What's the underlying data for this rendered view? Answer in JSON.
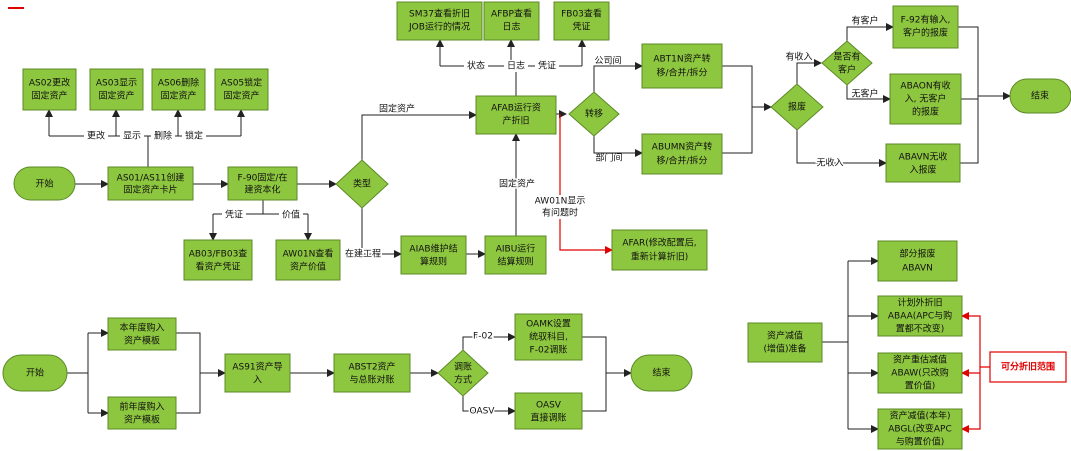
{
  "flow1": {
    "start": "开始",
    "end": "结束",
    "as01": [
      "AS01/AS11创建",
      "固定资产卡片"
    ],
    "as02": [
      "AS02更改",
      "固定资产"
    ],
    "as03": [
      "AS03显示",
      "固定资产"
    ],
    "as06": [
      "AS06删除",
      "固定资产"
    ],
    "as05": [
      "AS05锁定",
      "固定资产"
    ],
    "lbl_change": "更改",
    "lbl_show": "显示",
    "lbl_delete": "删除",
    "lbl_lock": "锁定",
    "f90": [
      "F-90固定/在",
      "建资本化"
    ],
    "lbl_voucher": "凭证",
    "lbl_value": "价值",
    "ab03": [
      "AB03/FB03查",
      "看资产凭证"
    ],
    "aw01n_value": [
      "AW01N查看",
      "资产价值"
    ],
    "type_dia": "类型",
    "lbl_fixed": "固定资产",
    "lbl_construction": "在建工程",
    "aiab": [
      "AIAB维护结",
      "算规则"
    ],
    "aibu": [
      "AIBU运行",
      "结算规则"
    ],
    "lbl_fixed2": "固定资产",
    "afab": [
      "AFAB运行资",
      "产折旧"
    ],
    "sm37": [
      "SM37查看折旧",
      "JOB运行的情况"
    ],
    "afbp": [
      "AFBP查看",
      "日志"
    ],
    "fb03": [
      "FB03查看",
      "凭证"
    ],
    "lbl_status": "状态",
    "lbl_log": "日志",
    "lbl_voucher2": "凭证",
    "aw01n_issue": [
      "AW01N显示",
      "有问题时"
    ],
    "afar": [
      "AFAR(修改配置后,",
      "重新计算折旧)"
    ],
    "transfer_dia": "转移",
    "lbl_company": "公司间",
    "lbl_dept": "部门间",
    "abt1n": [
      "ABT1N资产转",
      "移/合并/拆分"
    ],
    "abumn": [
      "ABUMN资产转",
      "移/合并/拆分"
    ],
    "scrap_dia": "报废",
    "lbl_income": "有收入",
    "lbl_noincome": "无收入",
    "customer_dia": [
      "是否有",
      "客户"
    ],
    "lbl_hascust": "有客户",
    "lbl_nocust": "无客户",
    "f92": [
      "F-92有输入,",
      "客户的报废"
    ],
    "abaon": [
      "ABAON有收",
      "入, 无客户",
      "的报废"
    ],
    "abavn": [
      "ABAVN无收",
      "入报废"
    ]
  },
  "flow2": {
    "start": "开始",
    "end": "结束",
    "cur_tpl": [
      "本年度购入",
      "资产模板"
    ],
    "prev_tpl": [
      "前年度购入",
      "资产模板"
    ],
    "as91": [
      "AS91资产导",
      "入"
    ],
    "abst2": [
      "ABST2资产",
      "与总账对账"
    ],
    "adjust_dia": [
      "调账",
      "方式"
    ],
    "lbl_f02": "F-02",
    "lbl_oasv": "OASV",
    "oamk": [
      "OAMK设置",
      "统驭科目,",
      "F-02调账"
    ],
    "oasv": [
      "OASV",
      "直接调账"
    ]
  },
  "flow3": {
    "impair": [
      "资产减值",
      "(增值)准备"
    ],
    "partial": [
      "部分报废",
      "ABAVN"
    ],
    "abaa": [
      "计划外折旧",
      "ABAA(APC与购",
      "置都不改变)"
    ],
    "abaw": [
      "资产重估减值",
      "ABAW(只改购",
      "置价值)"
    ],
    "abgl": [
      "资产减值(本年)",
      "ABGL(改变APC",
      "与购置价值)"
    ],
    "depr_scope": "可分折旧范围"
  },
  "colors": {
    "box": "#8dc63f",
    "border": "#5d8a27",
    "highlight": "#e00000"
  }
}
